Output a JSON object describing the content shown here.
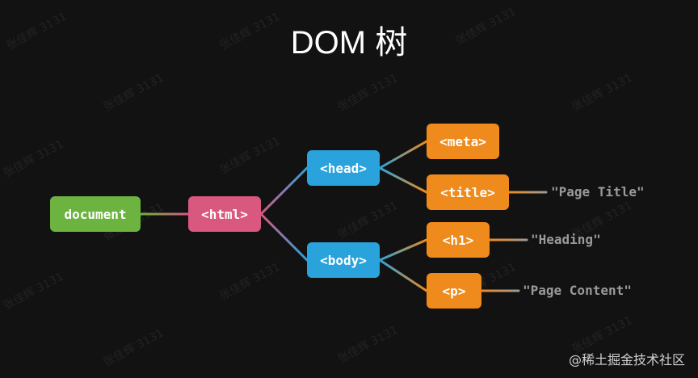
{
  "title": "DOM 树",
  "nodes": {
    "document": "document",
    "html": "<html>",
    "head": "<head>",
    "body": "<body>",
    "meta": "<meta>",
    "title": "<title>",
    "h1": "<h1>",
    "p": "<p>"
  },
  "text_leaves": {
    "page_title": "\"Page Title\"",
    "heading": "\"Heading\"",
    "page_content": "\"Page Content\""
  },
  "watermark": "张佳辉 3131",
  "brand": "@稀土掘金技术社区",
  "colors": {
    "background": "#121212",
    "document_node": "#6cb33f",
    "html_node": "#d9587f",
    "head_body_nodes": "#2aa3dc",
    "leaf_element_nodes": "#ef8a1c",
    "text_leaves": "#9a9a9a"
  }
}
